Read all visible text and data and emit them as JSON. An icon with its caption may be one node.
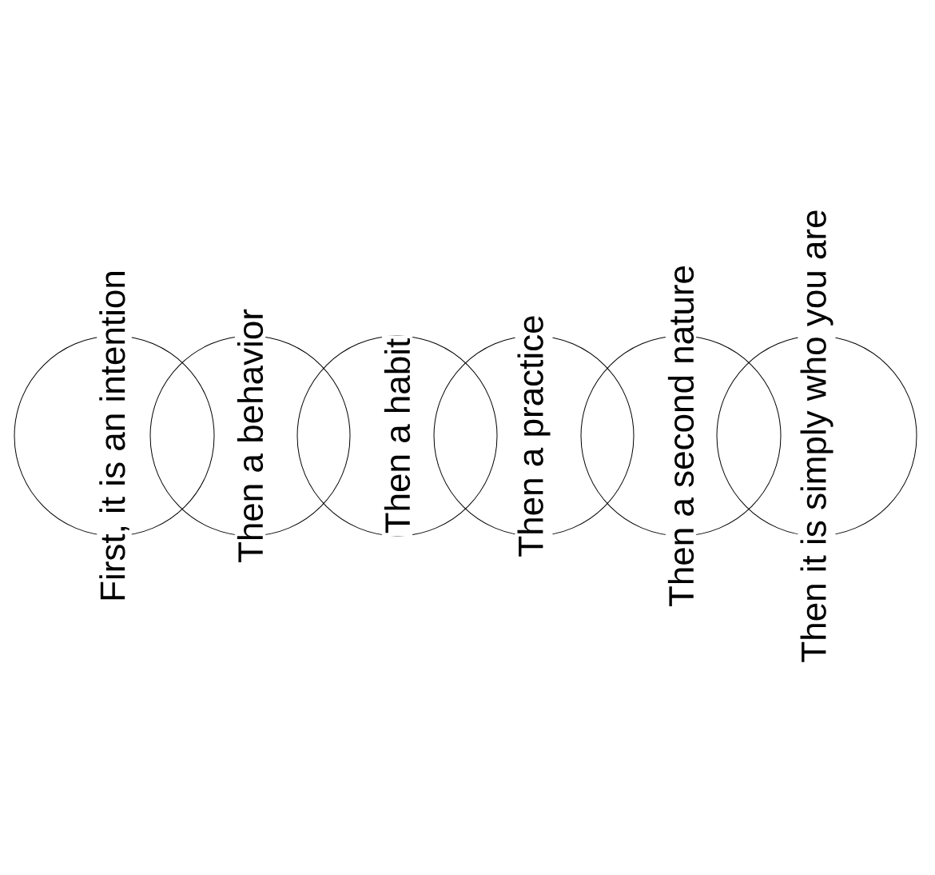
{
  "diagram": {
    "nodes": [
      {
        "text": [
          "First, it is an intention"
        ]
      },
      {
        "text": [
          "Then a behavior"
        ]
      },
      {
        "text": [
          "Then a habit"
        ]
      },
      {
        "text": [
          "Then a practice"
        ]
      },
      {
        "text": [
          "Then a second nature"
        ]
      },
      {
        "text": [
          "Then it is simply who you are"
        ]
      }
    ]
  }
}
